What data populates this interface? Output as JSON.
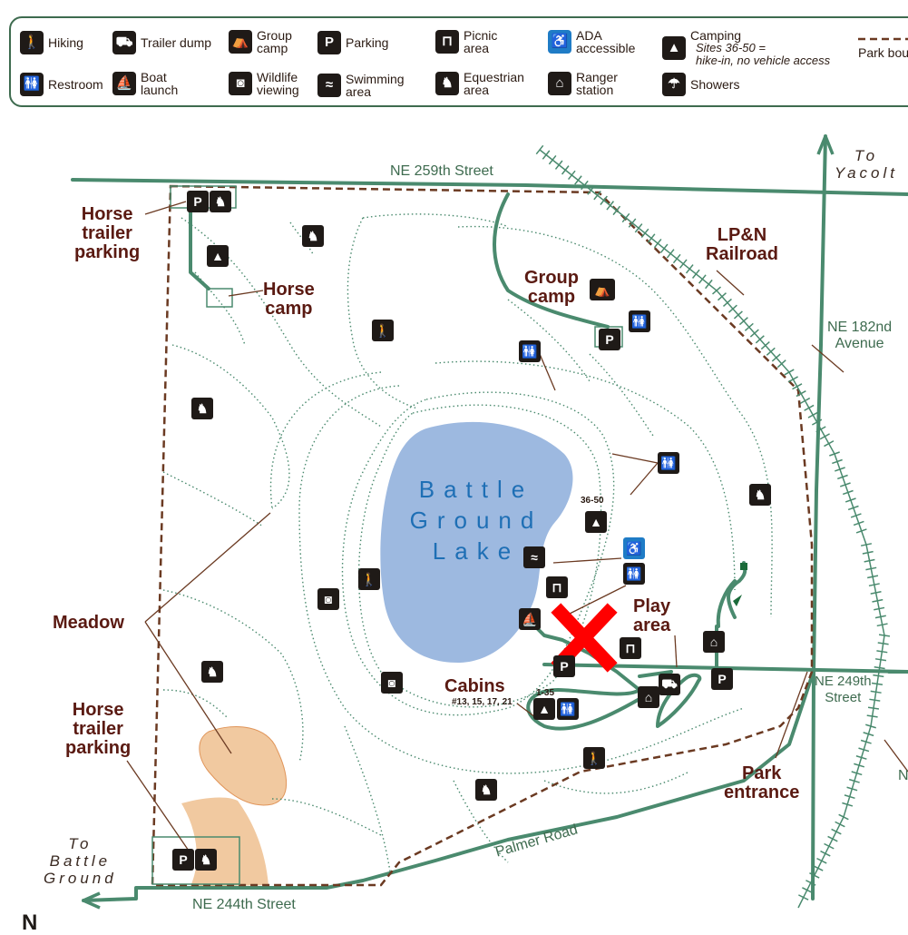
{
  "legend": {
    "hiking": "Hiking",
    "trailer_dump": "Trailer dump",
    "group_camp": "Group\ncamp",
    "parking": "Parking",
    "picnic": "Picnic\narea",
    "ada": "ADA\naccessible",
    "camping": "Camping",
    "camping_note": "Sites 36-50 =\nhike-in, no vehicle access",
    "park_boundary": "Park bou",
    "restroom": "Restroom",
    "boat_launch": "Boat\nlaunch",
    "wildlife": "Wildlife\nviewing",
    "swimming": "Swimming\narea",
    "equestrian": "Equestrian\narea",
    "ranger": "Ranger\nstation",
    "showers": "Showers"
  },
  "streets": {
    "ne259": "NE 259th Street",
    "ne182": "NE 182nd\nAvenue",
    "ne249": "NE 249th\nStreet",
    "ne244": "NE 244th Street",
    "palmer": "Palmer Road",
    "n_partial": "N"
  },
  "directions": {
    "to_yacolt": "To\nYacolt",
    "to_battle_ground": "To\nBattle\nGround"
  },
  "places": {
    "horse_trailer_parking_top": "Horse\ntrailer\nparking",
    "horse_camp": "Horse\ncamp",
    "group_camp": "Group\ncamp",
    "railroad": "LP&N\nRailroad",
    "lake": "Battle\nGround\nLake",
    "meadow": "Meadow",
    "horse_trailer_parking_bottom": "Horse\ntrailer\nparking",
    "cabins": "Cabins",
    "cabins_numbers": "#13, 15, 17, 21",
    "play_area": "Play\narea",
    "park_entrance": "Park\nentrance",
    "sites_36_50": "36-50",
    "sites_1_35": "1-35",
    "compass": "N"
  },
  "colors": {
    "road": "#4a8a6e",
    "boundary": "#6b3a22",
    "lake": "#9db9e0",
    "meadow": "#f1c9a0",
    "label": "#5a1a12",
    "marker": "#ff0000"
  }
}
